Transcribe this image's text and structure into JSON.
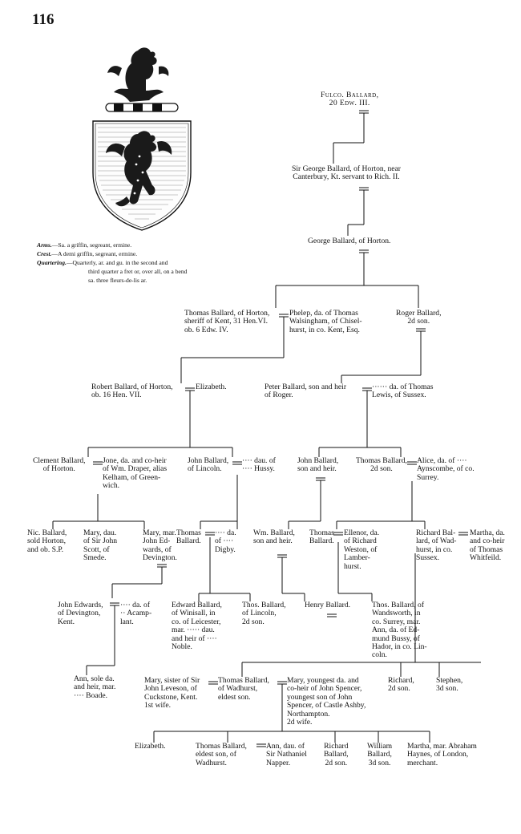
{
  "page_number": "116",
  "heraldry": {
    "arms_label": "Arms.",
    "arms_text": "—Sa. a griffin, segreant, ermine.",
    "crest_label": "Crest.",
    "crest_text": "—A demi griffin, segreant, ermine.",
    "quartering_label": "Quartering.",
    "quartering_line1": "—Quarterly, ar. and gu. in the second and",
    "quartering_line2": "third quarter a fret or, over all, on a bend",
    "quartering_line3": "sa. three fleurs-de-lis ar."
  },
  "people": {
    "fulco": "Fulco. Ballard,\n20 Edw. III.",
    "sir_george": "Sir George Ballard, of Horton, near\nCanterbury, Kt. servant to Rich. II.",
    "george": "George Ballard, of Horton.",
    "thomas1": "Thomas Ballard, of Horton,\nsheriff of Kent, 31 Hen.VI.\nob. 6 Edw. IV.",
    "phelep": "Phelep, da. of Thomas\nWalsingham, of Chisel-\nhurst, in co. Kent, Esq.",
    "roger": "Roger Ballard,\n2d son.",
    "robert": "Robert Ballard, of Horton,\nob. 16 Hen. VII.",
    "elizabeth1": "Elizabeth.",
    "peter": "Peter Ballard, son and heir\nof Roger.",
    "lewis_da": "······ da. of Thomas\nLewis, of Sussex.",
    "clement": "Clement Ballard,\nof Horton.",
    "jone": "Jone, da. and co-heir\nof Wm. Draper, alias\nKelham, of Green-\nwich.",
    "john_lincoln": "John Ballard,\nof Lincoln.",
    "hussy_dau": "···· dau. of\n···· Hussy.",
    "john_son": "John Ballard,\nson and heir.",
    "thomas_2d": "Thomas Ballard,\n2d son.",
    "alice": "Alice, da. of ····\nAynscombe, of co.\nSurrey.",
    "nic": "Nic. Ballard,\nsold Horton,\nand ob. S.P.",
    "mary_scott": "Mary, dau.\nof Sir John\nScott, of\nSmede.",
    "mary_edwards": "Mary, mar.\nJohn Ed-\nwards, of\nDevington.",
    "thomas_g4": "Thomas\nBallard.",
    "digby_da": "···· da.\nof ····\nDigby.",
    "wm": "Wm. Ballard,\nson and heir.",
    "thomas_g4b": "Thomas\nBallard.",
    "ellenor": "Ellenor, da.\nof Richard\nWeston, of\nLamber-\nhurst.",
    "richard_bal": "Richard Bal-\nlard, of Wad-\nhurst, in co.\nSussex.",
    "martha_whitfeild": "Martha, da.\nand co-heir\nof Thomas\nWhitfeild.",
    "john_edwards": "John Edwards,\nof Devington,\nKent.",
    "acamp_da": "···· da. of\n·· Acamp-\nlant.",
    "edward": "Edward Ballard,\nof Winisall, in\nco. of Leicester,\nmar. ····· dau.\nand heir of ····\nNoble.",
    "thos_lincoln": "Thos. Ballard,\nof Lincoln,\n2d son.",
    "henry": "Henry Ballard.",
    "thos_wandsworth": "Thos. Ballard, of\nWandsworth, in\nco. Surrey, mar.\nAnn, da. of Ed-\nmund Bussy, of\nHador, in co. Lin-\ncoln.",
    "ann_boade": "Ann, sole da.\nand heir, mar.\n···· Boade.",
    "mary_leveson": "Mary, sister of Sir\nJohn Leveson, of\nCuckstone, Kent.\n1st wife.",
    "thomas_wadhurst": "Thomas Ballard,\nof Wadhurst,\neldest son.",
    "mary_spencer": "Mary, youngest da. and\nco-heir of John Spencer,\nyoungest son of John\nSpencer, of Castle Ashby,\nNorthampton.\n2d wife.",
    "richard_2d": "Richard,\n2d son.",
    "stephen": "Stephen,\n3d son.",
    "elizabeth2": "Elizabeth.",
    "thomas_last": "Thomas Ballard,\neldest son, of\nWadhurst.",
    "ann_napper": "Ann, dau. of\nSir Nathaniel\nNapper.",
    "richard_last": "Richard\nBallard,\n2d son.",
    "william_last": "William\nBallard,\n3d son.",
    "martha_haynes": "Martha, mar. Abraham\nHaynes, of London,\nmerchant."
  }
}
